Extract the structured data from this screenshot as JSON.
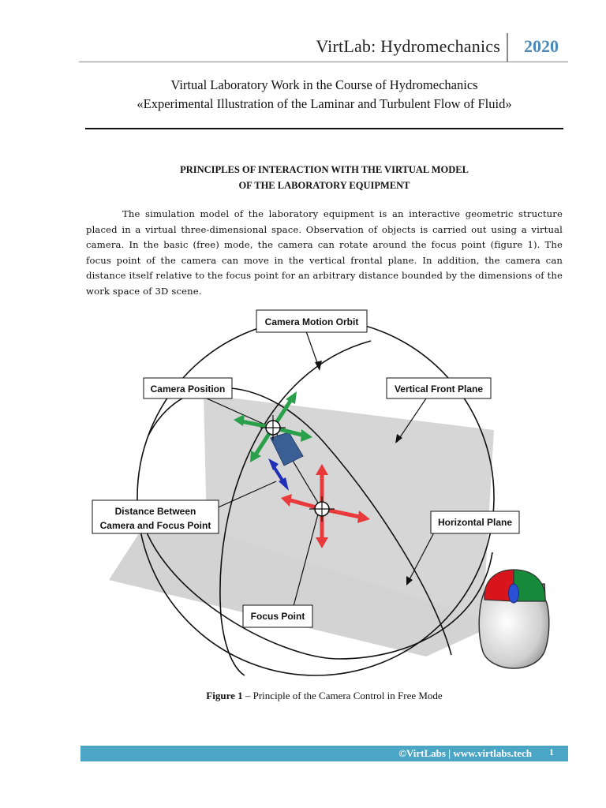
{
  "header": {
    "title": "VirtLab: Hydromechanics",
    "year": "2020"
  },
  "document": {
    "title_line1": "Virtual Laboratory Work in the Course of Hydromechanics",
    "title_line2": "«Experimental Illustration of the Laminar and Turbulent Flow of Fluid»",
    "section_heading_line1": "PRINCIPLES OF INTERACTION WITH THE VIRTUAL MODEL",
    "section_heading_line2": "OF THE LABORATORY EQUIPMENT",
    "paragraph": "The simulation model of the laboratory equipment is an interactive geometric structure placed in a virtual three-dimensional space. Observation of objects is carried out using a virtual camera. In the basic (free) mode, the camera can rotate around the focus point (figure 1). The focus point of the camera can move in the vertical frontal plane. In addition, the camera can distance itself relative to the focus point for an arbitrary distance bounded by the dimensions of the work space of 3D scene."
  },
  "figure": {
    "labels": {
      "camera_motion_orbit": "Camera Motion Orbit",
      "camera_position": "Camera Position",
      "vertical_front_plane": "Vertical Front Plane",
      "distance_line1": "Distance Between",
      "distance_line2": "Camera and Focus Point",
      "horizontal_plane": "Horizontal Plane",
      "focus_point": "Focus Point"
    },
    "colors": {
      "rotation_arrows": "#2aa04a",
      "zoom_arrow": "#1f2fb8",
      "pan_arrows": "#e83a3a",
      "camera_body": "#3a5f94",
      "plane_fill": "#d0d0d0",
      "mouse_left": "#d8141c",
      "mouse_right": "#168a3a",
      "mouse_wheel": "#2a50d8"
    }
  },
  "caption": {
    "figure_number": "Figure 1",
    "text": " – Principle of the Camera Control in Free Mode"
  },
  "footer": {
    "text": "©VirtLabs | www.virtlabs.tech",
    "page": "1"
  }
}
